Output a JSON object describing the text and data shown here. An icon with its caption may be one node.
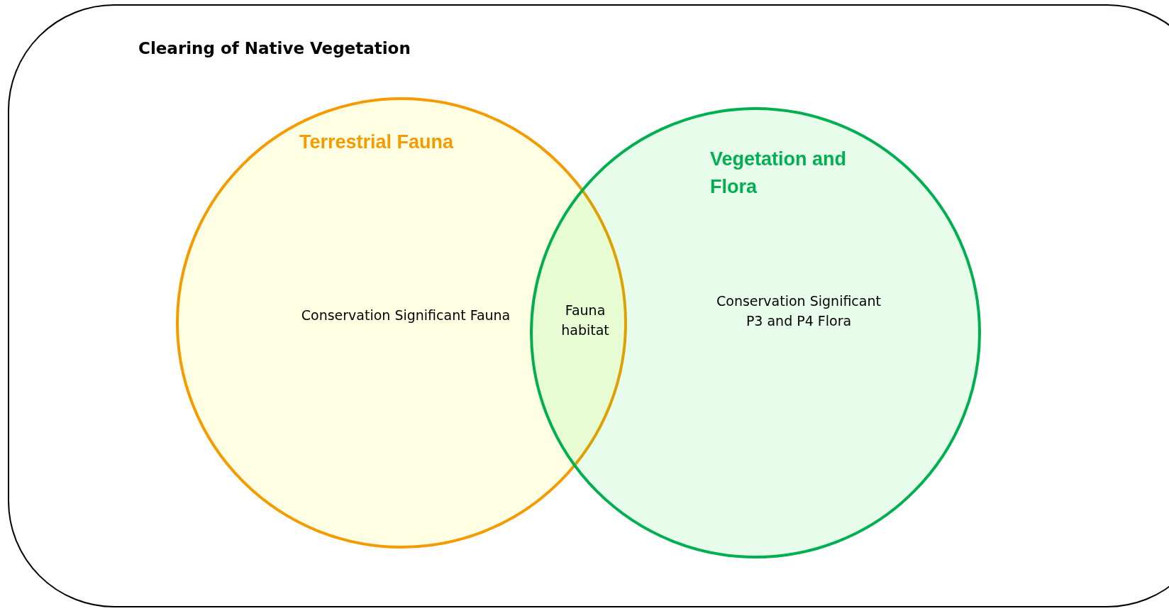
{
  "diagram": {
    "nodes": [
      {
        "text": [
          "Clearing of Native Vegetation"
        ]
      },
      {
        "text": [
          "Terrestrial Fauna",
          "Conservation Significant Fauna"
        ],
        "in": 0
      },
      {
        "text": [
          "Vegetation and Flora",
          "Conservation Significant P3 and P4 Flora"
        ],
        "in": 0
      }
    ],
    "labels": [
      "Fauna habitat"
    ]
  }
}
